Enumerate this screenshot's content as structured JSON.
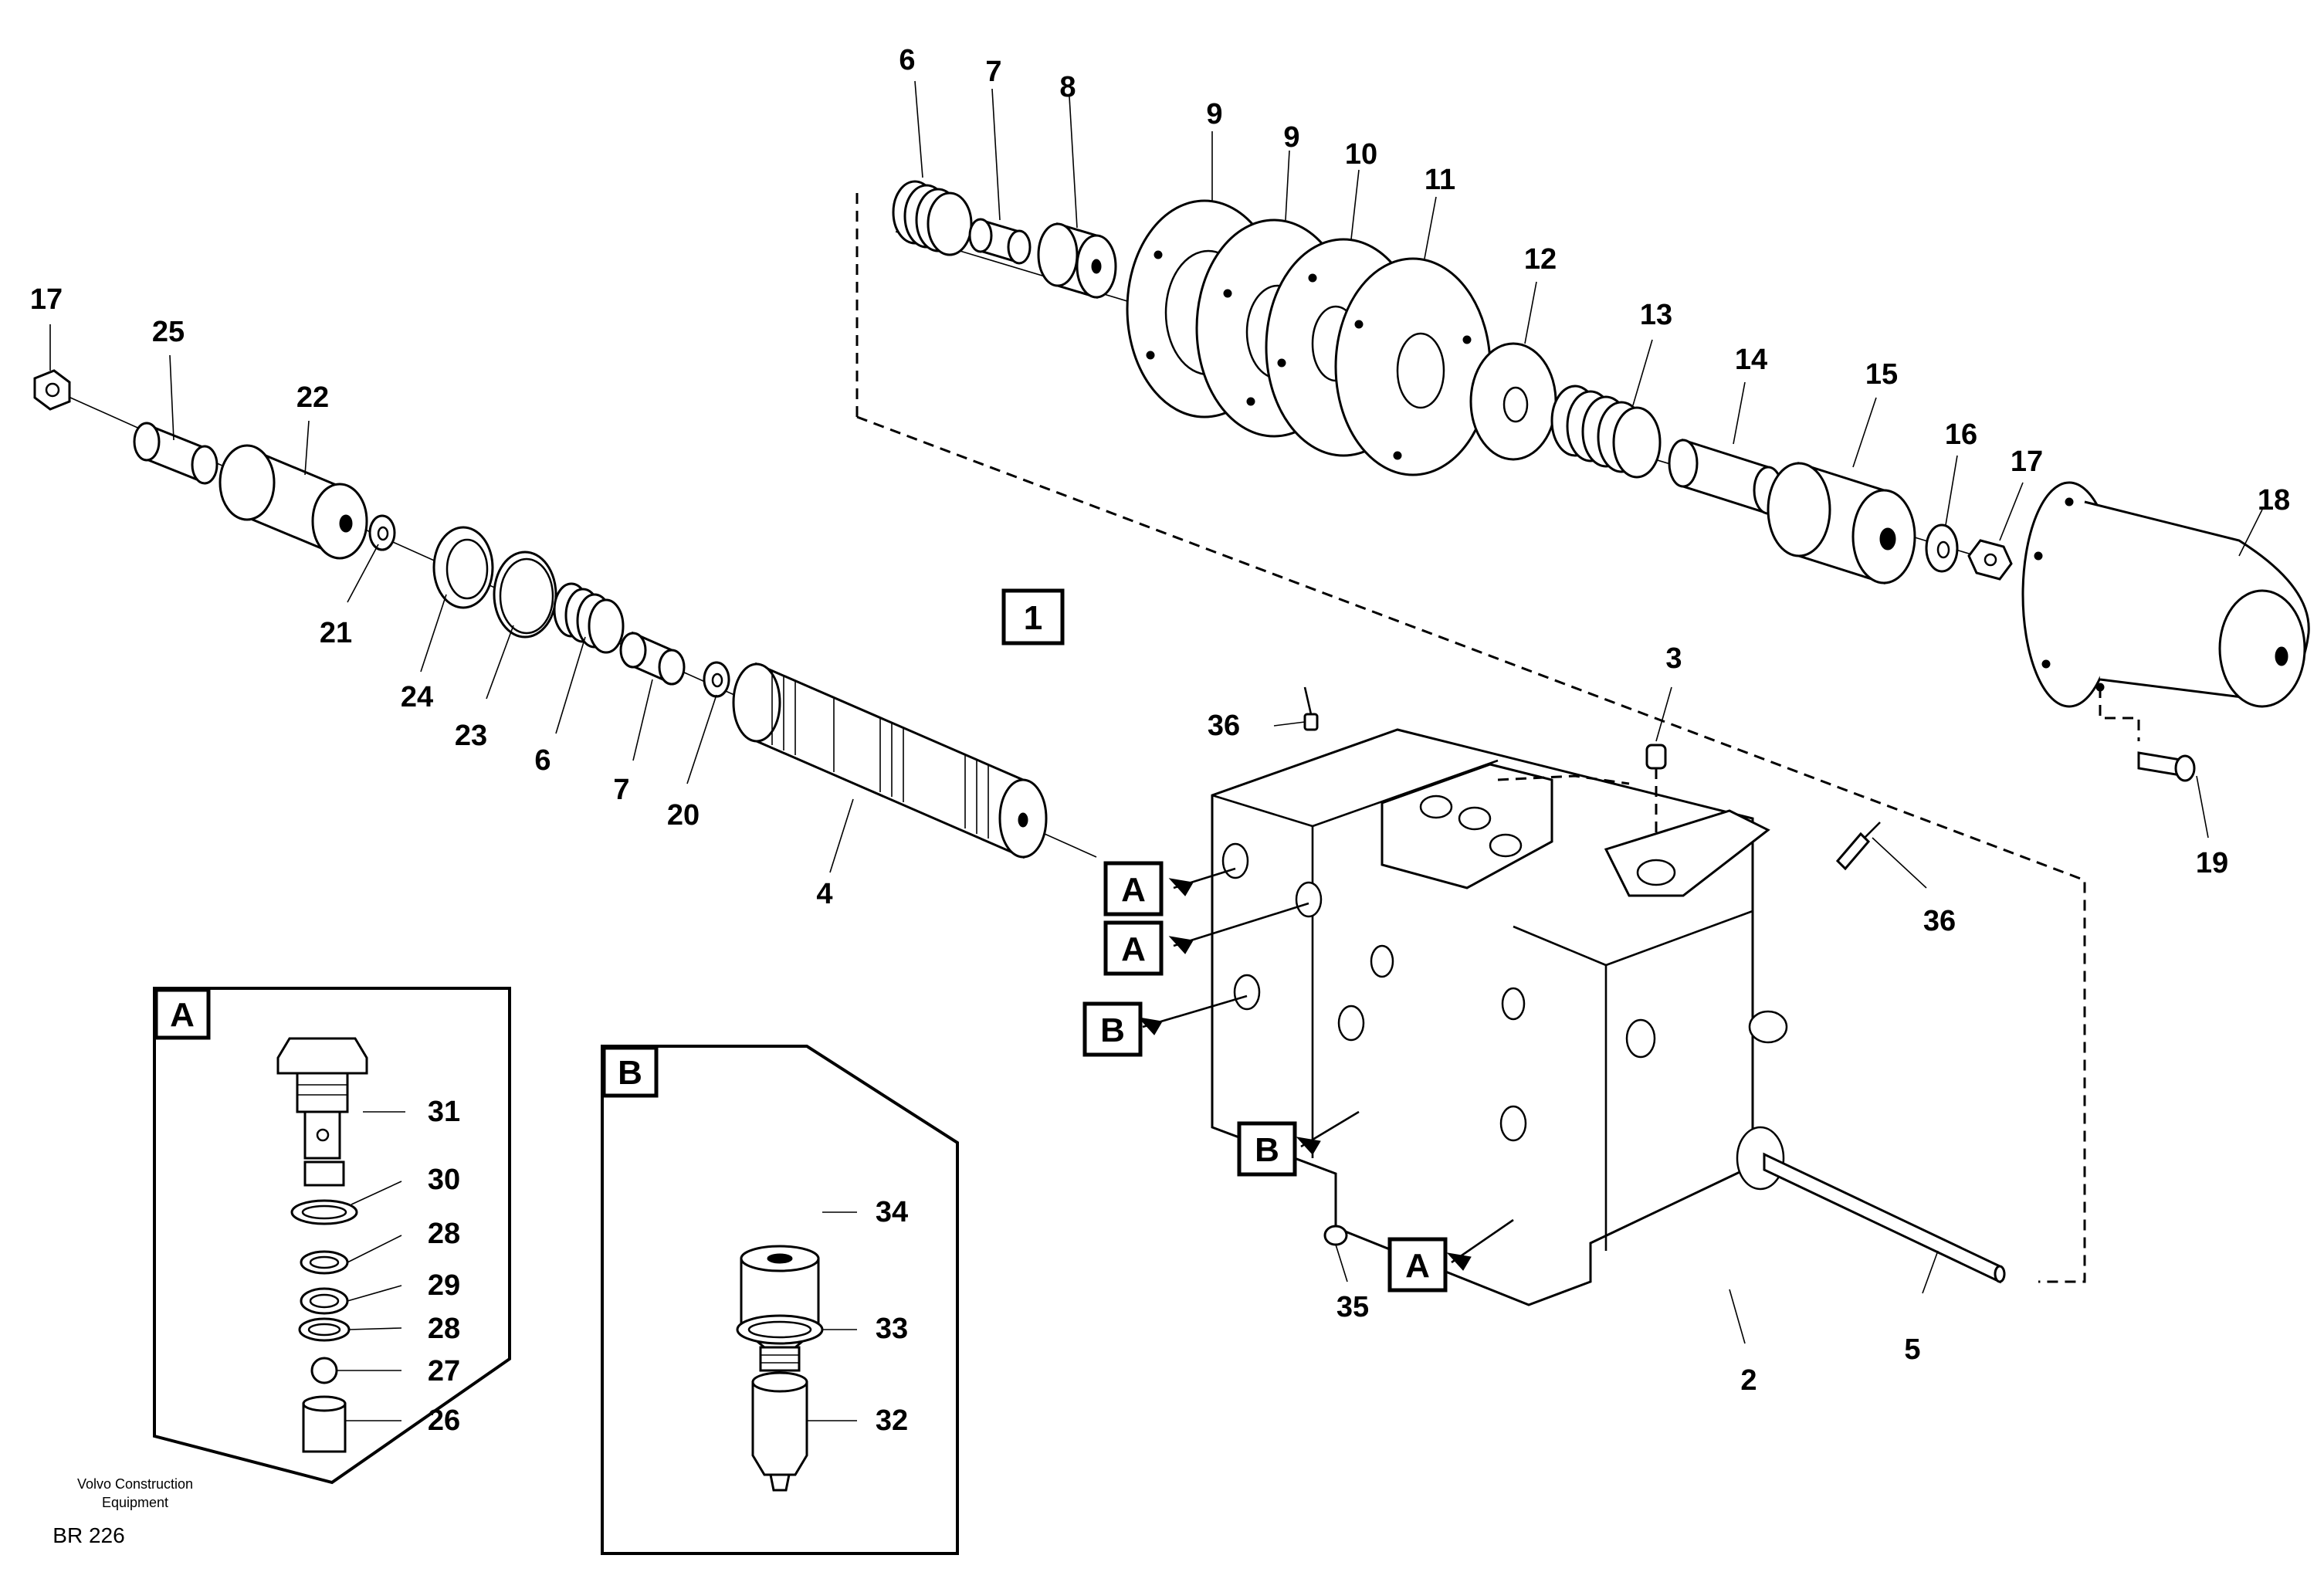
{
  "diagram": {
    "section_number": "1",
    "detail_labels": {
      "a": "A",
      "b": "B"
    },
    "main_part_numbers": [
      "6",
      "7",
      "8",
      "9",
      "9",
      "10",
      "11",
      "12",
      "13",
      "14",
      "15",
      "16",
      "17",
      "18",
      "17",
      "25",
      "22",
      "21",
      "24",
      "23",
      "6",
      "7",
      "20",
      "4",
      "36",
      "3",
      "36",
      "19",
      "35",
      "2",
      "5"
    ],
    "detail_a_part_numbers": [
      "31",
      "30",
      "28",
      "29",
      "28",
      "27",
      "26"
    ],
    "detail_b_part_numbers": [
      "34",
      "33",
      "32"
    ],
    "caption": {
      "line1": "Volvo Construction",
      "line2": "Equipment",
      "code": "BR 226"
    }
  }
}
